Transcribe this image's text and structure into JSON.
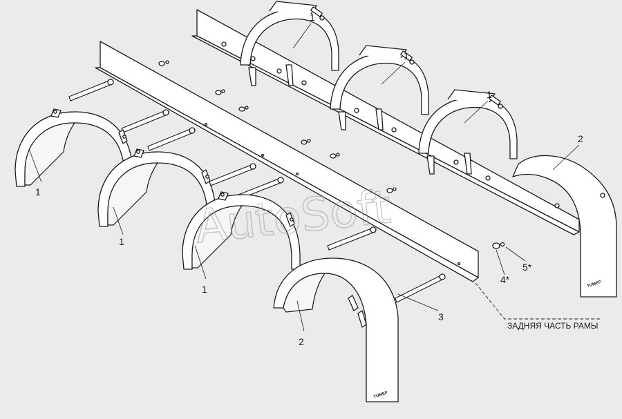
{
  "watermark": "AutoSoft",
  "frame_caption": "ЗАДНЯЯ ЧАСТЬ РАМЫ",
  "fender_brand": "TUMEP",
  "callouts": {
    "rear_1": "1",
    "rear_2": "1",
    "rear_3": "1",
    "rear_4": "2",
    "front_1": "1",
    "front_2": "1",
    "front_3": "1",
    "front_4": "2",
    "rod": "3",
    "washer": "4*",
    "nut": "5*"
  }
}
